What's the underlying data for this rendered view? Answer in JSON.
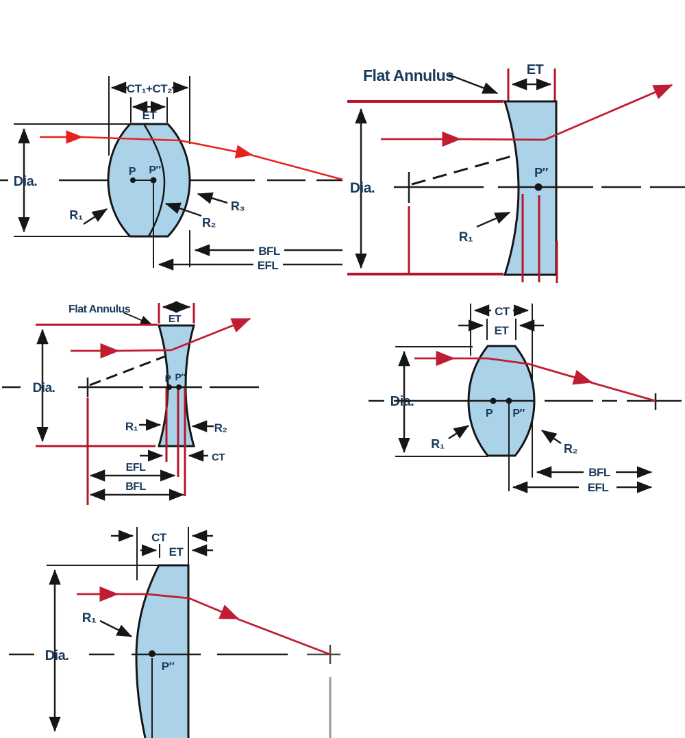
{
  "colors": {
    "lens_fill": "#aad2e8",
    "lens_stroke": "#161616",
    "text_navy": "#1a3a5c",
    "ray_red": "#e8211d",
    "ray_crimson": "#c01d33",
    "structural_crimson": "#b5152b",
    "axis_black": "#1c1c1c",
    "gray": "#9a9a9a",
    "dark_gray": "#4a4a4a",
    "bg": "#ffffff"
  },
  "diagrams": {
    "achromat": {
      "labels": {
        "ct_sum": "CT₁+CT₂",
        "et": "ET",
        "dia": "Dia.",
        "p": "P",
        "p_double": "P″",
        "r1": "R₁",
        "r2": "R₂",
        "r3": "R₃",
        "bfl": "BFL",
        "efl": "EFL"
      }
    },
    "plano_concave": {
      "labels": {
        "flat_annulus": "Flat Annulus",
        "et": "ET",
        "dia": "Dia.",
        "p_double": "P″",
        "r1": "R₁"
      }
    },
    "biconcave": {
      "labels": {
        "flat_annulus": "Flat Annulus",
        "et": "ET",
        "dia": "Dia.",
        "p": "P",
        "p_double": "P″",
        "r1": "R₁",
        "r2": "R₂",
        "ct": "CT",
        "efl": "EFL",
        "bfl": "BFL"
      }
    },
    "biconvex": {
      "labels": {
        "ct": "CT",
        "et": "ET",
        "dia": "Dia.",
        "p": "P",
        "p_double": "P″",
        "r1": "R₁",
        "r2": "R₂",
        "bfl": "BFL",
        "efl": "EFL"
      }
    },
    "plano_convex": {
      "labels": {
        "ct": "CT",
        "et": "ET",
        "dia": "Dia.",
        "r1": "R₁",
        "p_double": "P″"
      }
    }
  }
}
